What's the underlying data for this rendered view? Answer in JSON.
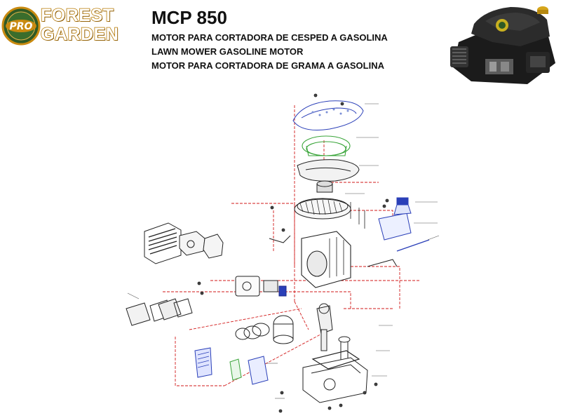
{
  "brand": {
    "seal_text": "PRO",
    "line1": "FOREST",
    "line2": "GARDEN"
  },
  "header": {
    "model": "MCP 850",
    "subtitle_es": "MOTOR PARA CORTADORA DE CESPED A GASOLINA",
    "subtitle_en": "LAWN MOWER GASOLINE MOTOR",
    "subtitle_pt": "MOTOR PARA CORTADORA DE GRAMA A GASOLINA"
  },
  "colors": {
    "brand_gold": "#c98a10",
    "seal_green": "#2f5a25",
    "leader_red": "#d21a1a",
    "part_blue": "#2a3fb8",
    "part_green": "#3aa53a",
    "line_dark": "#222222"
  },
  "photo": {
    "icon": "engine-photo"
  }
}
